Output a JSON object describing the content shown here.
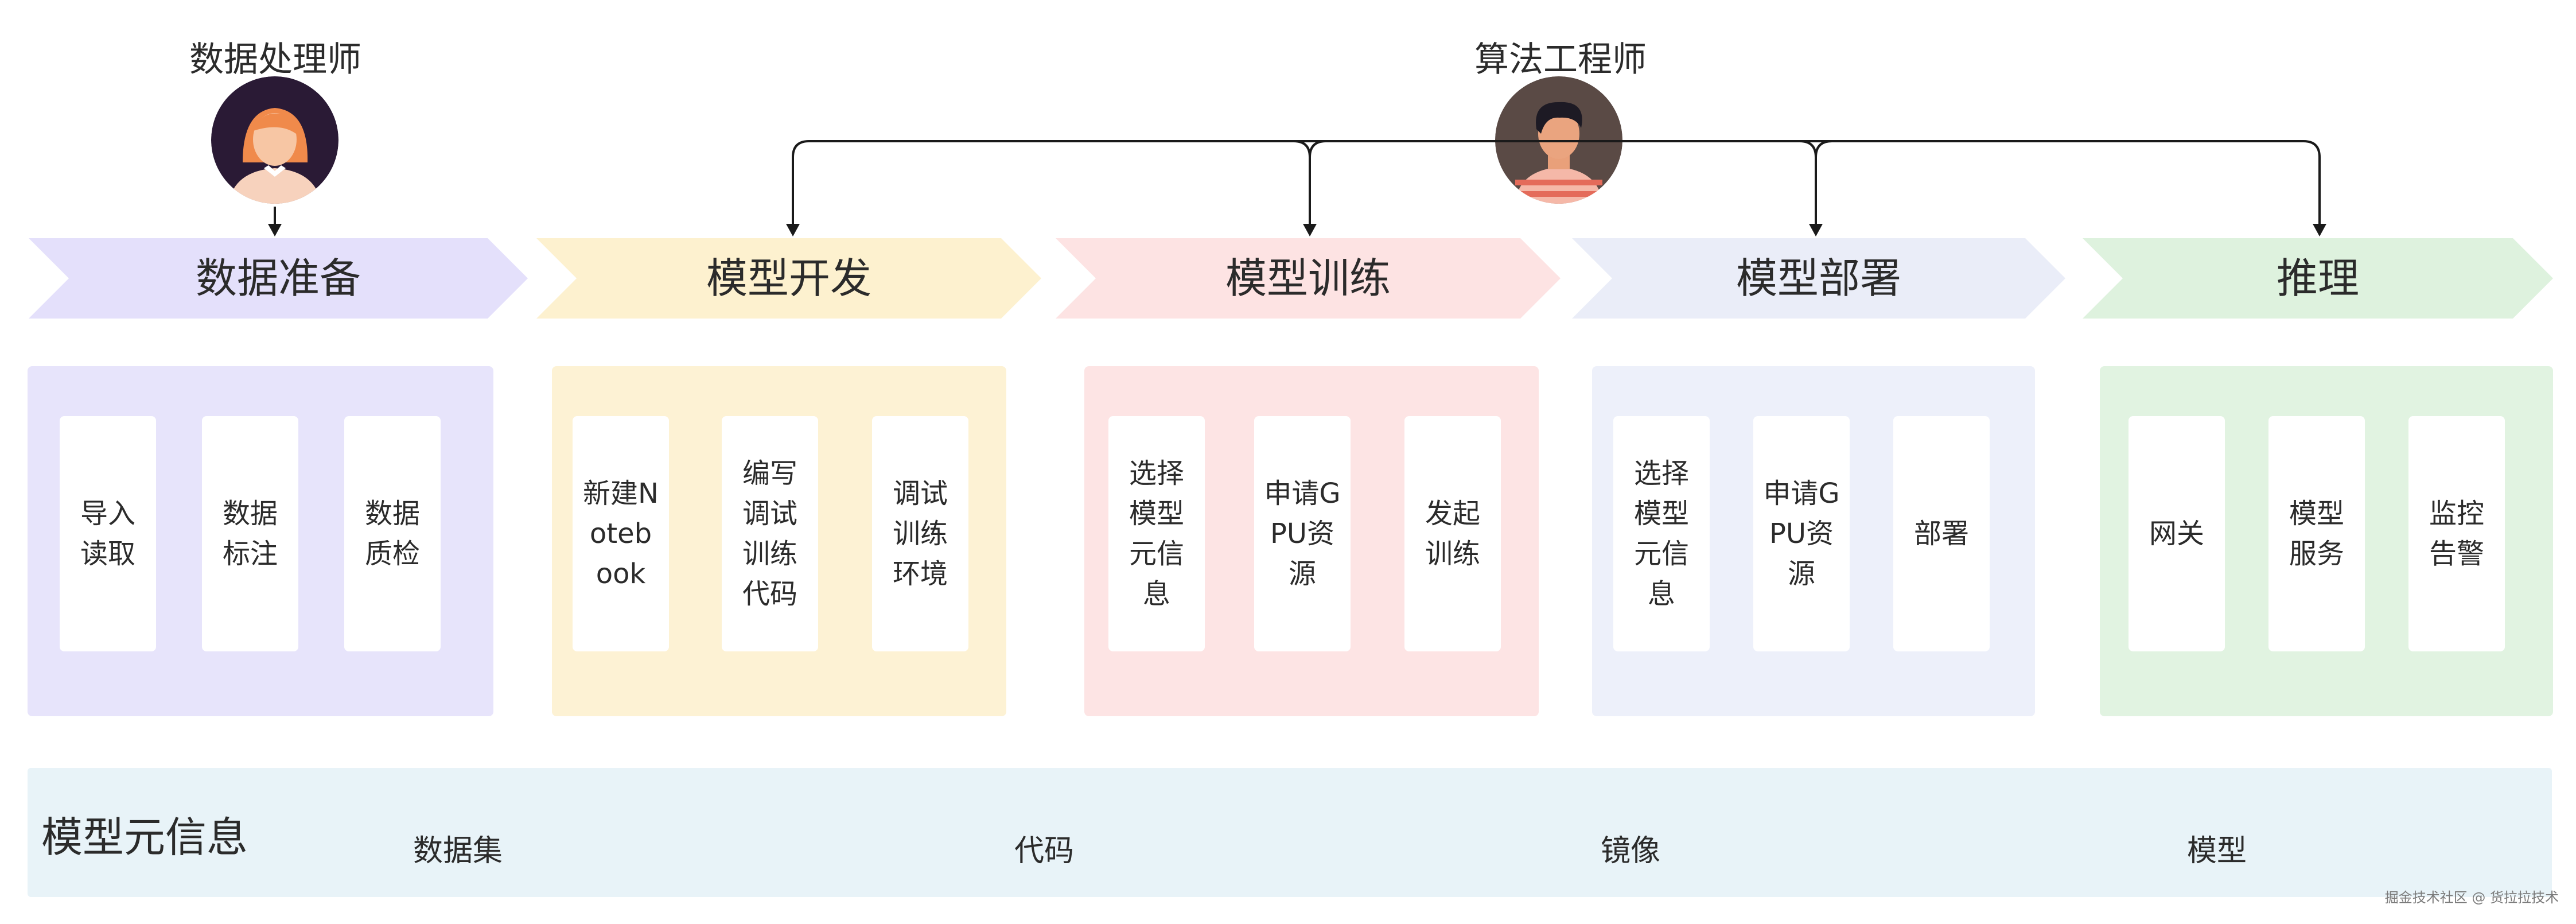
{
  "roles": {
    "data_engineer": {
      "label": "数据处理师"
    },
    "algo_engineer": {
      "label": "算法工程师"
    }
  },
  "stages": [
    {
      "title": "数据准备",
      "chevron_color": "#e4e0fb",
      "panel_color": "#e7e4fb",
      "cards": [
        "导入读取",
        "数据标注",
        "数据质检"
      ]
    },
    {
      "title": "模型开发",
      "chevron_color": "#fdf1cf",
      "panel_color": "#fdf2d4",
      "cards": [
        "新建Notebook",
        "编写调试训练代码",
        "调试训练环境"
      ]
    },
    {
      "title": "模型训练",
      "chevron_color": "#fde3e3",
      "panel_color": "#fde4e4",
      "cards": [
        "选择模型元信息",
        "申请GPU资源",
        "发起训练"
      ]
    },
    {
      "title": "模型部署",
      "chevron_color": "#eaedf8",
      "panel_color": "#edf0fa",
      "cards": [
        "选择模型元信息",
        "申请GPU资源",
        "部署"
      ]
    },
    {
      "title": "推理",
      "chevron_color": "#def2de",
      "panel_color": "#e1f3e1",
      "cards": [
        "网关",
        "模型服务",
        "监控告警"
      ]
    }
  ],
  "metadata": {
    "title": "模型元信息",
    "stores": [
      "数据集",
      "代码",
      "镜像",
      "模型"
    ]
  },
  "credit": "掘金技术社区 @ 货拉拉技术",
  "colors": {
    "arrow": "#1a1a1a",
    "text": "#2b2b2b",
    "cylinder_fill": "#ffffff",
    "cylinder_stroke": "#7fc0dc",
    "meta_band": "#e8f3f8"
  }
}
